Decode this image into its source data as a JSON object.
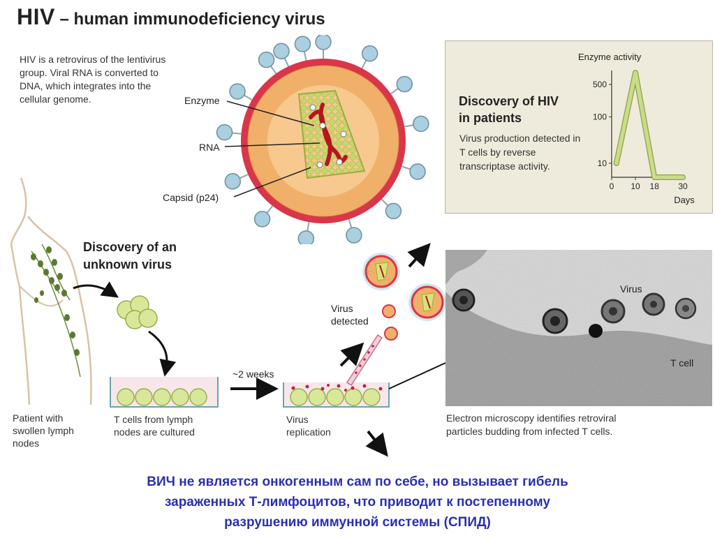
{
  "title": {
    "strong": "HIV",
    "rest": "– human immunodeficiency virus"
  },
  "intro": "HIV is a retrovirus of the lentivirus group. Viral RNA is converted to DNA, which integrates into the cellular genome.",
  "virion_labels": {
    "enzyme": "Enzyme",
    "rna": "RNA",
    "capsid": "Capsid (p24)"
  },
  "discovery_hiv": {
    "heading_line1": "Discovery of HIV",
    "heading_line2": "in patients",
    "text": "Virus production detected in T cells by reverse transcriptase activity."
  },
  "chart_data": {
    "type": "line",
    "title": "Enzyme activity",
    "xlabel": "Days",
    "ylabel": "",
    "x_ticks": [
      0,
      10,
      18,
      30
    ],
    "y_ticks": [
      10,
      100,
      500
    ],
    "xlim": [
      0,
      30
    ],
    "y_scale": "log",
    "series": [
      {
        "x": [
          2,
          10,
          18,
          30
        ],
        "y": [
          10,
          900,
          5,
          5
        ]
      }
    ],
    "color": "#c9dc8a"
  },
  "discovery_unknown": {
    "line1": "Discovery of an",
    "line2": "unknown virus"
  },
  "patient_caption": [
    "Patient with",
    "swollen lymph",
    "nodes"
  ],
  "tcells_caption": [
    "T cells from lymph",
    "nodes are cultured"
  ],
  "weeks_label": "~2 weeks",
  "replication_caption": [
    "Virus",
    "replication"
  ],
  "detected_label": [
    "Virus",
    "detected"
  ],
  "micrograph": {
    "virus_label": "Virus",
    "tcell_label": "T cell",
    "caption": [
      "Electron microscopy identifies retroviral",
      "particles budding from infected T cells."
    ]
  },
  "russian_text": [
    "ВИЧ не является онкогенным сам по себе, но вызывает гибель",
    "зараженных Т-лимфоцитов, что приводит к постепенному",
    "разрушению иммунной системы (СПИД)"
  ],
  "colors": {
    "envelope": "#d9364a",
    "matrix": "#f1b06a",
    "capsid": "#d6e27a",
    "rna": "#b8141e",
    "glycoprotein": "#a9cfe0",
    "russian_text": "#2a2fb0"
  }
}
